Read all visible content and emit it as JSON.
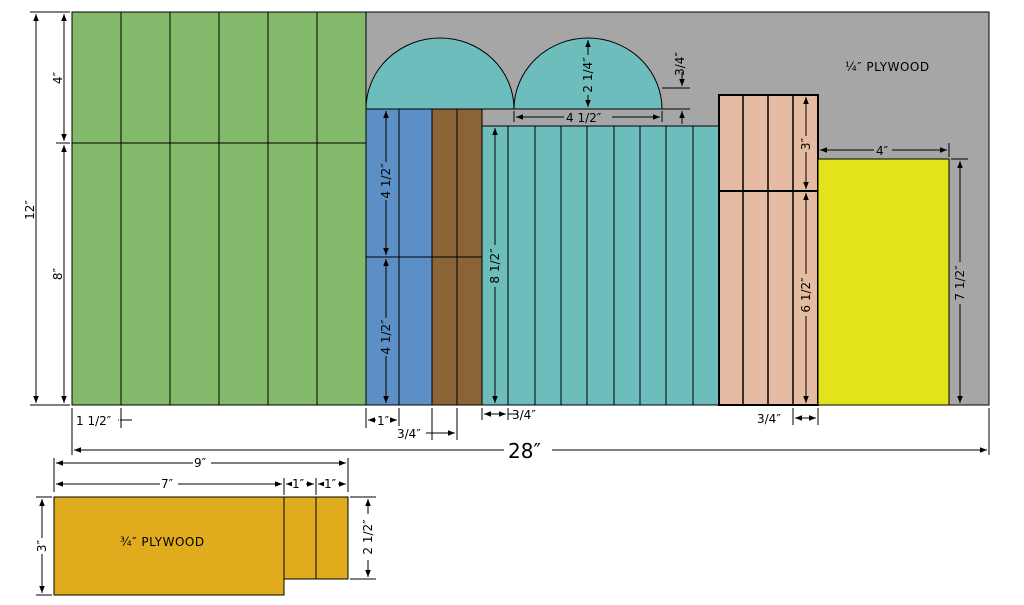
{
  "colors": {
    "plywood_board": "#a6a6a6",
    "green": "#83b96a",
    "blue": "#5b8fc5",
    "brown": "#8a6437",
    "teal": "#6dbdbc",
    "pink": "#e6bba4",
    "yellow": "#e3e31c",
    "gold": "#e0ac1e",
    "line": "#000000"
  },
  "labels": {
    "quarter_plywood": "¼″ PLYWOOD",
    "three_quarter_plywood": "¾″ PLYWOOD"
  },
  "dims": {
    "overall": "28″",
    "height12": "12″",
    "green_top": "4″",
    "green_bottom": "8″",
    "green_strip": "1 1/2″",
    "blue_upper": "4 1/2″",
    "blue_lower": "4 1/2″",
    "blue_strip": "1″",
    "brown_strip": "3/4″",
    "teal_height": "8 1/2″",
    "teal_strip": "3/4″",
    "arch_height": "2 1/4″",
    "arch_width": "4 1/2″",
    "arch_gap": "3/4″",
    "pink_top": "3″",
    "pink_bottom": "6 1/2″",
    "pink_strip": "3/4″",
    "yellow_width": "4″",
    "yellow_height": "7 1/2″",
    "base_total": "9″",
    "base_main": "7″",
    "base_tab1": "1″",
    "base_tab2": "1″",
    "base_height": "3″",
    "base_tab_height": "2 1/2″"
  }
}
